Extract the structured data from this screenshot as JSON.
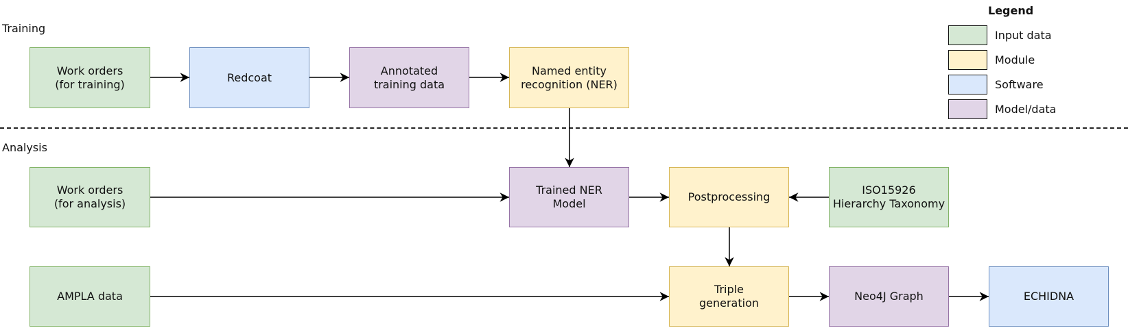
{
  "sections": {
    "training": "Training",
    "analysis": "Analysis"
  },
  "nodes": {
    "wo_training": "Work orders\n(for training)",
    "redcoat": "Redcoat",
    "annotated": "Annotated\ntraining data",
    "ner": "Named entity\nrecognition (NER)",
    "wo_analysis": "Work orders\n(for analysis)",
    "trained_ner": "Trained NER\nModel",
    "postprocessing": "Postprocessing",
    "iso": "ISO15926\nHierarchy Taxonomy",
    "ampla": "AMPLA data",
    "triple": "Triple\ngeneration",
    "neo4j": "Neo4J Graph",
    "echidna": "ECHIDNA"
  },
  "legend": {
    "title": "Legend",
    "items": [
      {
        "label": "Input data",
        "color": "#d5e8d4"
      },
      {
        "label": "Module",
        "color": "#fff2cc"
      },
      {
        "label": "Software",
        "color": "#dae8fc"
      },
      {
        "label": "Model/data",
        "color": "#e1d5e7"
      }
    ]
  }
}
